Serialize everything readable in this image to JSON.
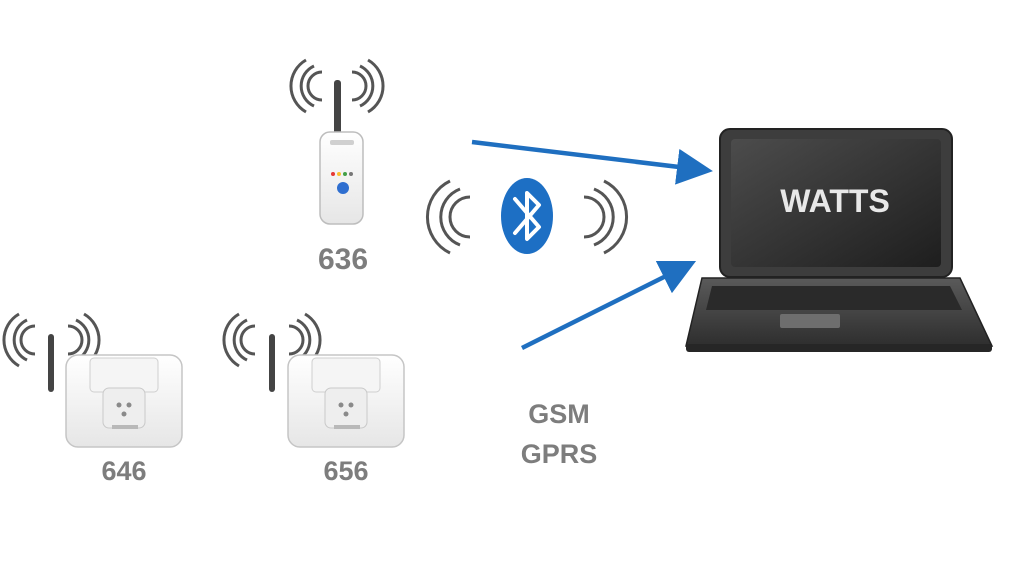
{
  "devices": [
    {
      "id": "636",
      "label": "636"
    },
    {
      "id": "646",
      "label": "646"
    },
    {
      "id": "656",
      "label": "656"
    }
  ],
  "connections": {
    "gsm_label": "GSM",
    "gprs_label": "GPRS"
  },
  "laptop": {
    "brand": "WATTS"
  },
  "colors": {
    "arrow": "#1f6fc0",
    "bluetooth": "#1d6fc4",
    "label_text": "#7d7d7d",
    "laptop_body": "#4a4a4a"
  },
  "icons": [
    "wifi-waves-icon",
    "bluetooth-icon",
    "arrow-icon",
    "antenna-icon",
    "laptop-icon"
  ]
}
